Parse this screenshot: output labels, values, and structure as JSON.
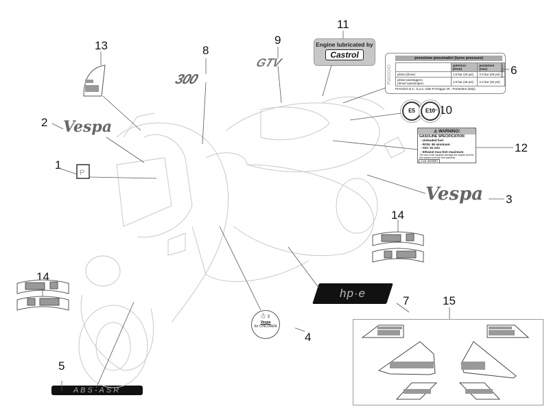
{
  "diagram": {
    "title": "Plates - Emblems (Vespa GTV 300 hpe)",
    "part_numbers": [
      "1",
      "2",
      "3",
      "4",
      "5",
      "6",
      "7",
      "8",
      "9",
      "10",
      "11",
      "12",
      "13",
      "14",
      "14",
      "15"
    ]
  },
  "labels": {
    "castrol": {
      "line1": "Engine lubricated by",
      "brand": "Castrol"
    },
    "tyre_pressure": {
      "brand": "PIAGGIO",
      "title": "pressione pneumatici (tyres pressure)",
      "col_front": "anteriore (front)",
      "col_rear": "posteriore (rear)",
      "rows": [
        {
          "label": "pilota (driver)",
          "front": "1.8 bar (26 psi)",
          "rear": "2.0 bar (29 psi)"
        },
        {
          "label": "pilota+passeggero (driver+passenger)",
          "front": "1.8 bar (26 psi)",
          "rear": "2.2 bar (32 psi)"
        }
      ],
      "footer": "PIAGGIO & C. S.p.a. viale R.Piaggio 25 - Pontedera (Italy)",
      "code": "1G000181"
    },
    "fuel": [
      "E5",
      "E10"
    ],
    "warning": {
      "header": "⚠ WARNING!",
      "subtitle": "GASOLINE SPECIFICATION",
      "lines": [
        "- Unleaded fuel",
        "- RON: 95 minimum",
        "- AKI: 91 min",
        "- Ethanol max E10 maximum"
      ],
      "note": "The use of dirt (quality) damage the engine and the fuel system and will void warranty",
      "code": "Code 1B008587"
    },
    "badge_hpe": "hp·e",
    "badge_abs": "ABS-ASR",
    "badge_300": "300",
    "badge_gtv": "GTV",
    "script_vespa": "Vespa",
    "kid_sticker": {
      "line1": "Vespa",
      "line2": "for CHILDREN"
    }
  }
}
